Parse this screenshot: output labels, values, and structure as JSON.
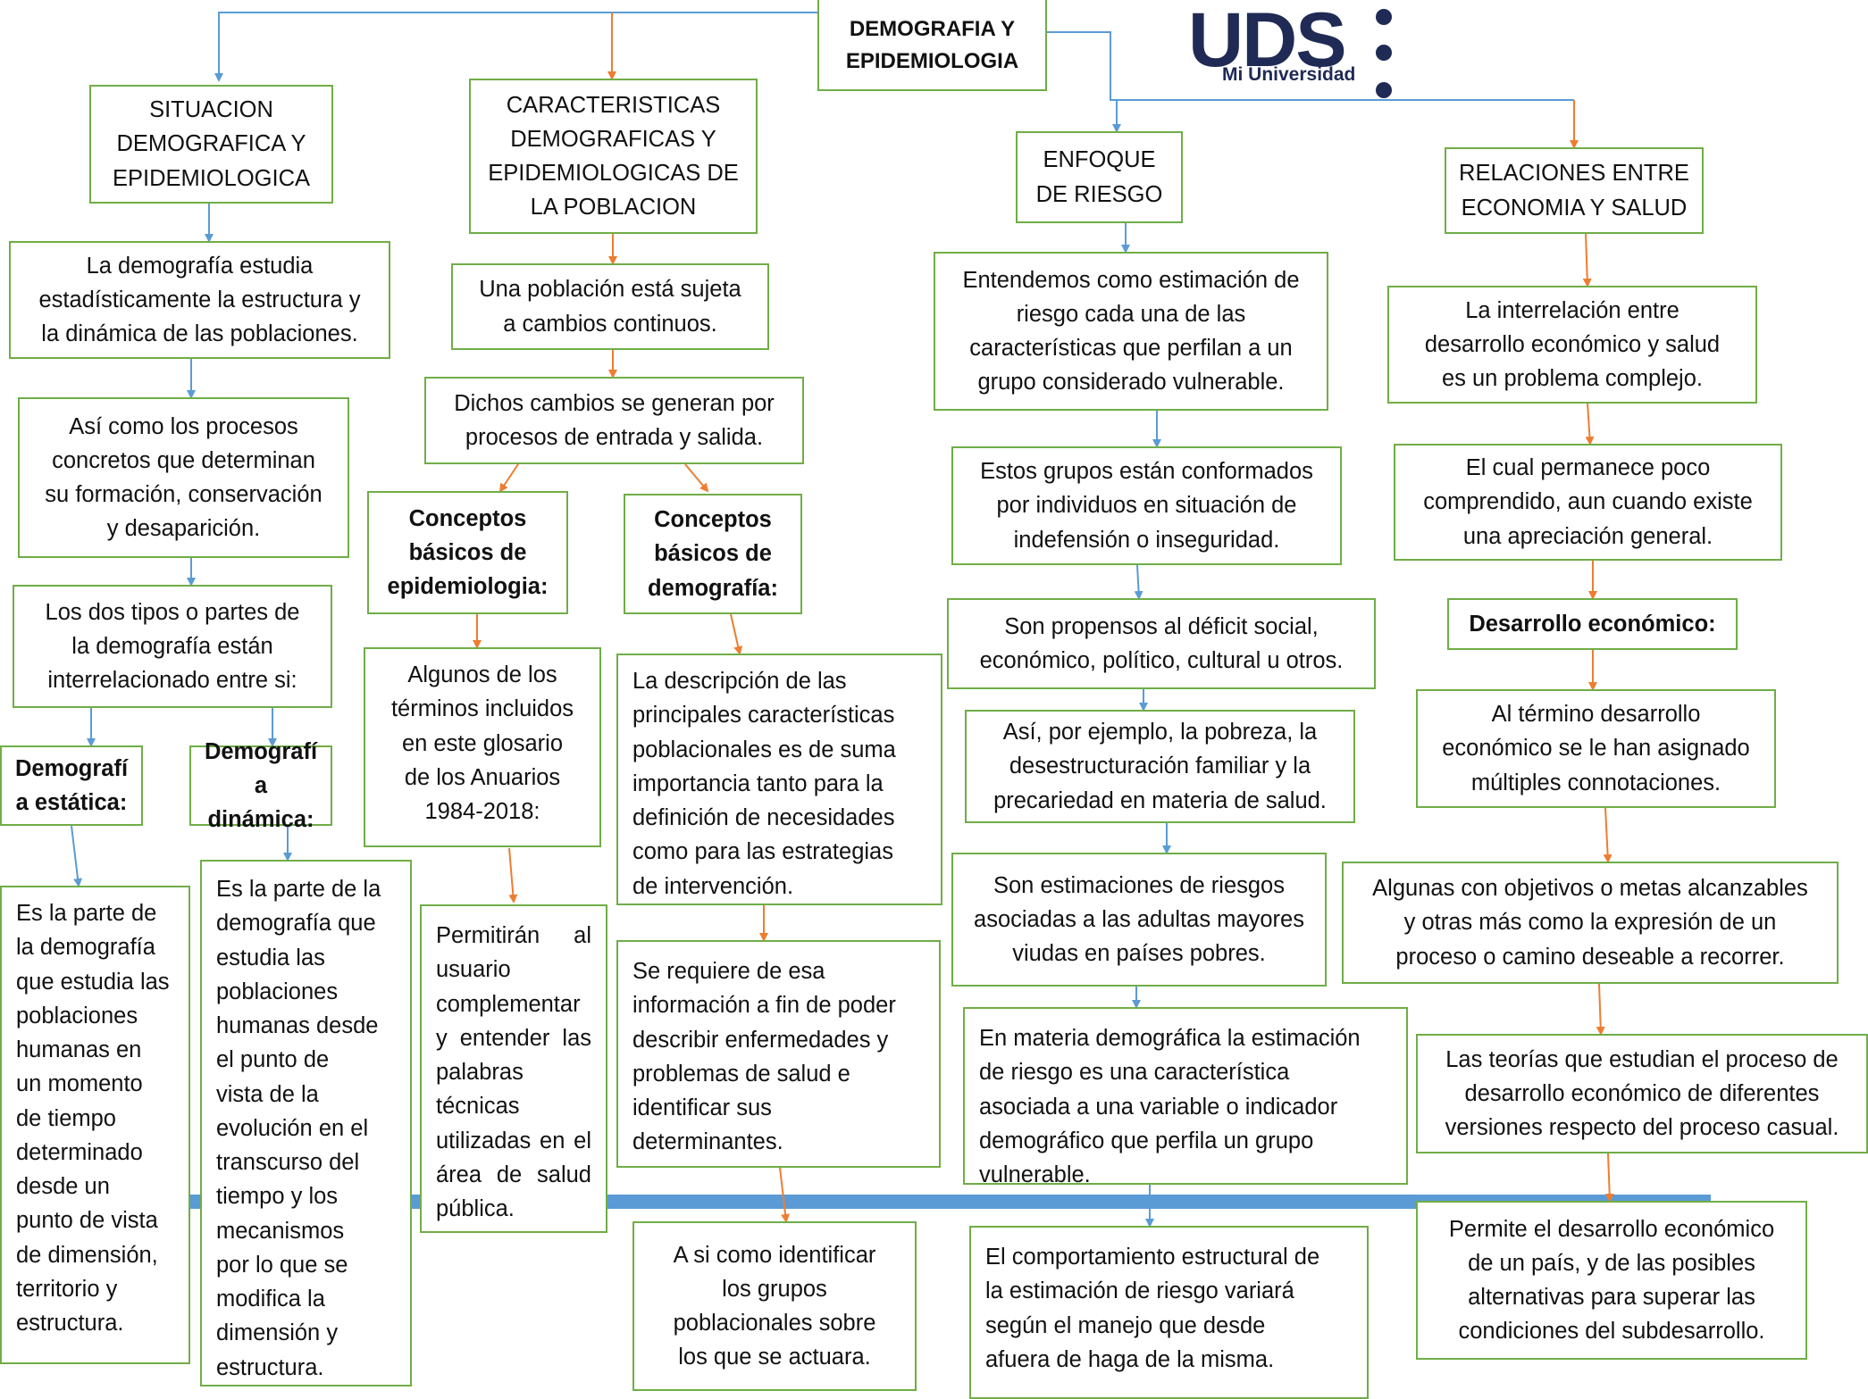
{
  "title": "DEMOGRAFIA Y\nEPIDEMIOLOGIA",
  "logo": {
    "brand": "UDS",
    "tagline": "Mi Universidad",
    "color": "#1f2a55"
  },
  "colors": {
    "box_border": "#70ad47",
    "arrow_blue": "#5b9bd5",
    "arrow_orange": "#ed7d31",
    "timeline_bar": "#5b9bd5"
  },
  "branches": {
    "situacion": {
      "header": "SITUACION\nDEMOGRAFICA Y\nEPIDEMIOLOGICA",
      "n1": "La demografía estudia\nestadísticamente la estructura y\nla dinámica de las poblaciones.",
      "n2": "Así como los procesos\nconcretos que determinan\nsu formación, conservación\ny desaparición.",
      "n3": "Los dos tipos o partes de\nla demografía están\ninterrelacionado entre si:",
      "estatica_label": "Demografí\na estática:",
      "estatica_text": "Es la parte de\nla demografía\nque estudia las\npoblaciones\nhumanas en\nun momento\nde tiempo\ndeterminado\ndesde un\npunto de vista\nde dimensión,\nterritorio y\nestructura.",
      "dinamica_label": "Demografí\na dinámica:",
      "dinamica_text": "Es la parte de la\ndemografía que\nestudia las\npoblaciones\nhumanas desde\nel punto de\nvista de la\nevolución en el\ntranscurso del\ntiempo y los\nmecanismos\npor lo que se\nmodifica la\ndimensión y\nestructura."
    },
    "caracteristicas": {
      "header": "CARACTERISTICAS\nDEMOGRAFICAS Y\nEPIDEMIOLOGICAS DE\nLA POBLACION",
      "n1": "Una población está sujeta\na cambios continuos.",
      "n2": "Dichos cambios se generan por\nprocesos de entrada y salida.",
      "epi_label": "Conceptos\nbásicos de\nepidemiologia:",
      "epi_n1": "Algunos de los\ntérminos incluidos\nen este glosario\nde los Anuarios\n1984-2018:",
      "epi_n2": "Permitirán al usuario complementar y entender las palabras técnicas utilizadas en el área de salud pública.",
      "dem_label": "Conceptos\nbásicos de\ndemografía:",
      "dem_n1": "La descripción de las\nprincipales características\npoblacionales es de suma\nimportancia tanto para la\ndefinición de necesidades\ncomo para las estrategias\nde intervención.",
      "dem_n2": "Se requiere de esa\ninformación a fin de poder\ndescribir enfermedades y\nproblemas de salud e\nidentificar sus\ndeterminantes.",
      "dem_n3": "A si como identificar\nlos grupos\npoblacionales sobre\nlos que se actuara."
    },
    "riesgo": {
      "header": "ENFOQUE\nDE RIESGO",
      "n1": "Entendemos como estimación de\nriesgo cada una de las\ncaracterísticas que perfilan a un\ngrupo considerado vulnerable.",
      "n2": "Estos grupos están conformados\npor individuos en situación de\nindefensión o inseguridad.",
      "n3": "Son propensos al déficit social,\neconómico, político, cultural u otros.",
      "n4": "Así, por ejemplo, la pobreza, la\ndesestructuración familiar y la\nprecariedad en materia de salud.",
      "n5": "Son estimaciones de riesgos\nasociadas a las adultas mayores\nviudas en países pobres.",
      "n6": "En materia demográfica la estimación\nde riesgo es una característica\nasociada a una variable o indicador\ndemográfico que perfila un grupo\nvulnerable.",
      "n7": "El comportamiento estructural de\nla estimación de riesgo variará\nsegún el manejo que desde\nafuera de haga de la misma."
    },
    "economia": {
      "header": "RELACIONES ENTRE\nECONOMIA Y SALUD",
      "n1": "La interrelación entre\ndesarrollo económico y salud\nes un problema complejo.",
      "n2": "El cual permanece poco\ncomprendido, aun cuando existe\nuna apreciación general.",
      "label": "Desarrollo económico:",
      "n3": "Al término desarrollo\neconómico se le han asignado\nmúltiples connotaciones.",
      "n4": "Algunas con objetivos o metas alcanzables\ny otras más como la expresión de un\nproceso o camino deseable a recorrer.",
      "n5": "Las teorías que estudian el proceso de\ndesarrollo económico de diferentes\nversiones respecto del proceso casual.",
      "n6": "Permite el desarrollo económico\nde un país, y de las posibles\nalternativas para superar las\ncondiciones del subdesarrollo."
    }
  }
}
